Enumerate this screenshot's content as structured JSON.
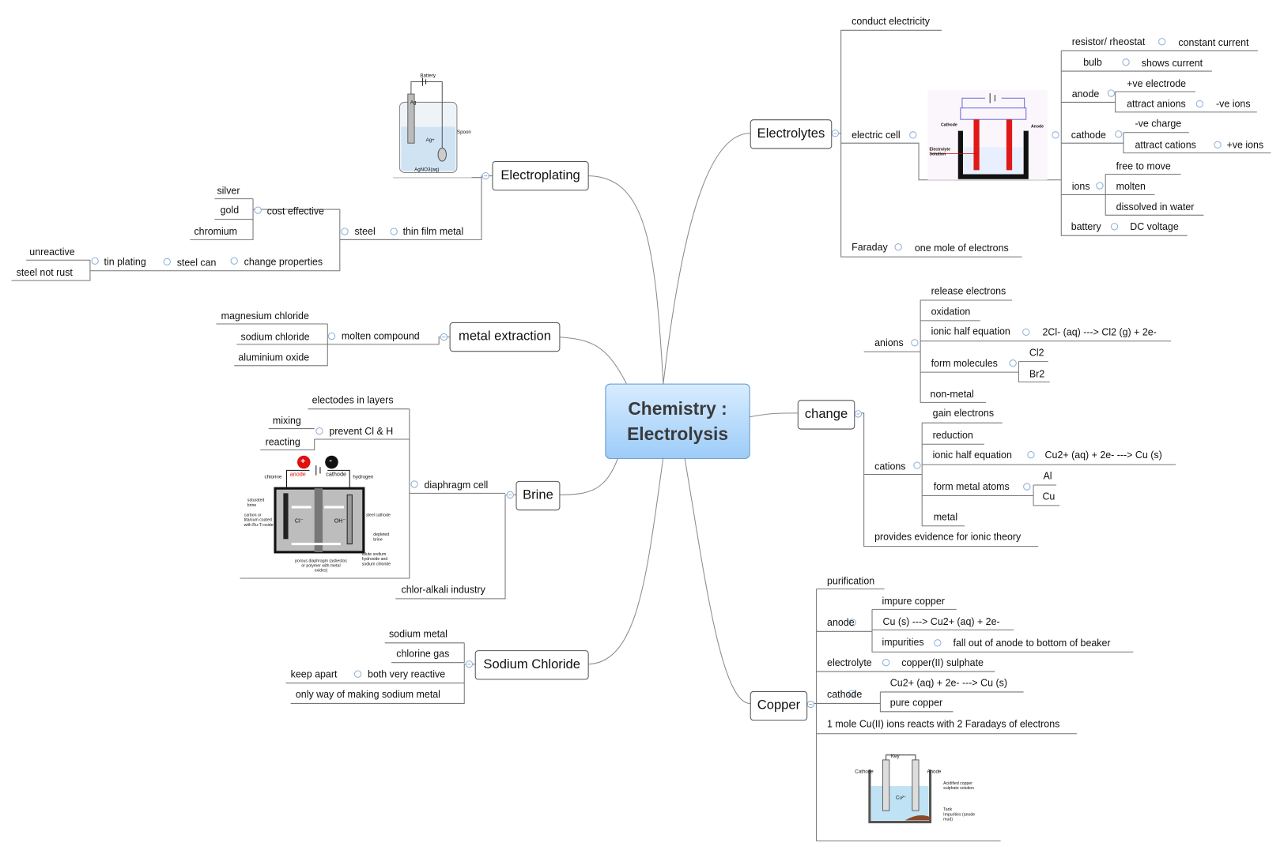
{
  "colors": {
    "wire": "#8a8a8a",
    "central_fill": "#a8d3fb",
    "central_border": "#5b95c9",
    "collapse": "#8fb0d6"
  },
  "central": {
    "line1": "Chemistry :",
    "line2": "Electrolysis"
  },
  "branches": {
    "electroplating": {
      "label": "Electroplating",
      "thin_film": "thin film metal",
      "steel": "steel",
      "cost_effective": "cost effective",
      "silver": "silver",
      "gold": "gold",
      "chromium": "chromium",
      "change_properties": "change properties",
      "steel_can": "steel can",
      "tin_plating": "tin plating",
      "unreactive": "unreactive",
      "steel_not_rust": "steel not rust",
      "diagram": {
        "battery": "Battery",
        "ag": "Ag",
        "spoon": "Spoon",
        "ag_plus": "Ag+",
        "solution": "AgNO3(aq)"
      }
    },
    "metal_extraction": {
      "label": "metal extraction",
      "molten_compound": "molten compound",
      "magnesium": "magnesium chloride",
      "sodium": "sodium chloride",
      "aluminium": "aluminium oxide"
    },
    "brine": {
      "label": "Brine",
      "diaphragm": "diaphragm cell",
      "layers": "electodes in layers",
      "prevent": "prevent Cl & H",
      "mixing": "mixing",
      "reacting": "reacting",
      "chlor": "chlor-alkali industry",
      "diagram": {
        "anode": "anode",
        "cathode": "cathode",
        "chlorine": "chlorine",
        "hydrogen": "hydrogen",
        "brine": "saturated brine",
        "carbon": "carbon or titanium coated with Ru-Ti oxide",
        "steel": "steel cathode",
        "depleted": "depleted brine",
        "dilute": "dilute sodium hydroxide and sodium chloride",
        "porous": "porous diaphragm (asbestos or polymer with metal oxides)",
        "cl": "Cl⁻",
        "oh": "OH⁻",
        "plus": "+",
        "minus": "-"
      }
    },
    "sodium_chloride": {
      "label": "Sodium Chloride",
      "sodium_metal": "sodium metal",
      "chlorine_gas": "chlorine gas",
      "reactive": "both very reactive",
      "keep_apart": "keep apart",
      "only_way": "only way of making sodium metal"
    },
    "electrolytes": {
      "label": "Electrolytes",
      "conduct": "conduct electricity",
      "electric_cell": "electric cell",
      "faraday": "Faraday",
      "mole": "one mole of electrons",
      "resistor": "resistor/ rheostat",
      "constant": "constant current",
      "bulb": "bulb",
      "shows": "shows current",
      "anode": "anode",
      "pos_electrode": "+ve electrode",
      "attract_anions": "attract anions",
      "neg_ions": "-ve ions",
      "cathode": "cathode",
      "neg_charge": "-ve charge",
      "attract_cations": "attract cations",
      "pos_ions": "+ve ions",
      "ions": "ions",
      "free": "free to move",
      "molten": "molten",
      "dissolved": "dissolved in water",
      "battery": "battery",
      "dc": "DC voltage",
      "diagram": {
        "cathode": "Cathode",
        "anode": "Anode",
        "solution": "Electrolyte Solution"
      }
    },
    "change": {
      "label": "change",
      "anions": "anions",
      "release": "release electrons",
      "oxidation": "oxidation",
      "ionic_a": "ionic half equation",
      "eq_a": "2Cl- (aq) ---> Cl2 (g) + 2e-",
      "form_mol": "form molecules",
      "cl2": "Cl2",
      "br2": "Br2",
      "non_metal": "non-metal",
      "cations": "cations",
      "gain": "gain electrons",
      "reduction": "reduction",
      "ionic_c": "ionic half equation",
      "eq_c": "Cu2+ (aq) + 2e- ---> Cu (s)",
      "form_atoms": "form metal atoms",
      "al": "Al",
      "cu": "Cu",
      "metal": "metal",
      "evidence": "provides evidence for ionic theory"
    },
    "copper": {
      "label": "Copper",
      "purification": "purification",
      "anode": "anode",
      "impure": "impure copper",
      "eq_anode": "Cu (s) ---> Cu2+ (aq) + 2e-",
      "impurities": "impurities",
      "fall": "fall out of anode to bottom of beaker",
      "electrolyte": "electrolyte",
      "sulphate": "copper(II) sulphate",
      "cathode": "cathode",
      "eq_cathode": "Cu2+ (aq) + 2e- ---> Cu (s)",
      "pure": "pure copper",
      "mole": "1 mole Cu(II) ions reacts with 2 Faradays of electrons",
      "diagram": {
        "key": "Key",
        "cathode": "Cathode",
        "anode": "Anode",
        "acid": "Acidified copper sulphate solution",
        "tank": "Tank",
        "impurities": "Impurities (anode mud)",
        "cu": "Cu²⁺"
      }
    }
  }
}
